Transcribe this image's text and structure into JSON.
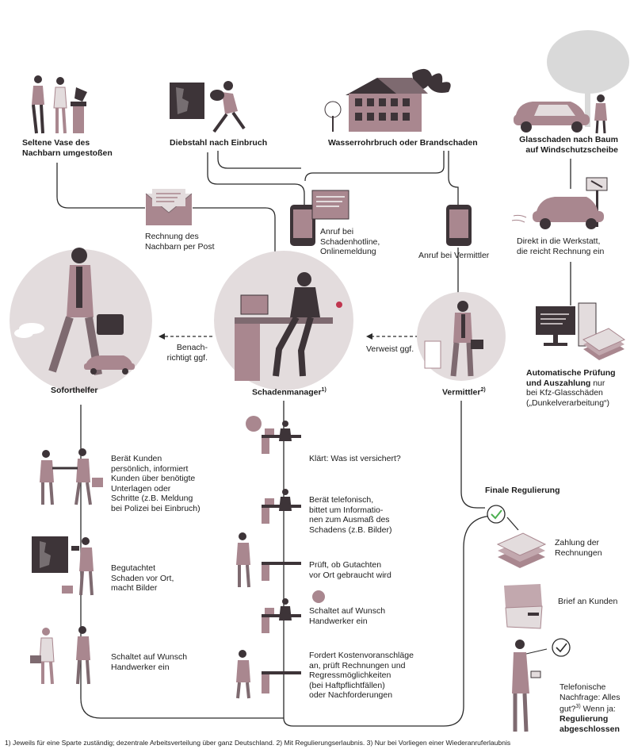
{
  "top_events": {
    "vase": "Seltene Vase des\nNachbarn umgestoßen",
    "theft": "Diebstahl nach Einbruch",
    "water_fire": "Wasserrohrbruch oder Brandschaden",
    "glass": "Glasschaden nach Baum\nauf Windschutzscheibe"
  },
  "channels": {
    "mail": "Rechnung des\nNachbarn per Post",
    "hotline": "Anruf bei\nSchadenhotline,\nOnlinemeldung",
    "broker_call": "Anruf bei Vermittler",
    "workshop": "Direkt in die Werkstatt,\ndie reicht Rechnung ein",
    "auto_title": "Automatische Prüfung\nund Auszahlung",
    "auto_rest": " nur\nbei Kfz-Glasschäden\n(„Dunkelverarbeitung“)"
  },
  "roles": {
    "soforthelfer": "Soforthelfer",
    "schadenmanager": "Schadenmanager",
    "schadenmanager_sup": "1)",
    "vermittler": "Vermittler",
    "vermittler_sup": "2)"
  },
  "arrows": {
    "benachrichtigt": "Benach-\nrichtigt ggf.",
    "verweist": "Verweist ggf."
  },
  "soforthelfer_steps": [
    "Berät Kunden\npersönlich, informiert\nKunden über benötigte\nUnterlagen oder\nSchritte (z.B. Meldung\nbei Polizei bei Einbruch)",
    "Begutachtet\nSchaden vor Ort,\nmacht Bilder",
    "Schaltet auf Wunsch\nHandwerker ein"
  ],
  "manager_steps": [
    "Klärt: Was ist versichert?",
    "Berät telefonisch,\nbittet um Informatio-\nnen zum Ausmaß des\nSchadens (z.B. Bilder)",
    "Prüft, ob Gutachten\nvor Ort gebraucht wird",
    "Schaltet auf Wunsch\nHandwerker ein",
    "Fordert Kostenvoranschläge\nan, prüft Rechnungen und\nRegressmöglichkeiten\n(bei Haftpflichtfällen)\noder Nachforderungen"
  ],
  "final": {
    "title": "Finale Regulierung",
    "payment": "Zahlung der\nRechnungen",
    "letter": "Brief an Kunden",
    "call_text": "Telefonische\nNachfrage: Alles\ngut?",
    "call_sup": "3)",
    "call_tail": " Wenn ja:",
    "done": "Regulierung\nabgeschlossen"
  },
  "footnote": "1) Jeweils für eine Sparte zuständig; dezentrale Arbeitsverteilung über ganz Deutschland. 2) Mit Regulierungserlaubnis. 3) Nur bei Vorliegen einer Wiederanruferlaubnis",
  "colors": {
    "circle": "#e3dcdd",
    "mauve": "#a9878f",
    "dark": "#3d3438",
    "line": "#2b2b2b",
    "check": "#4caf50",
    "glass_tree": "#d9d9d9"
  }
}
